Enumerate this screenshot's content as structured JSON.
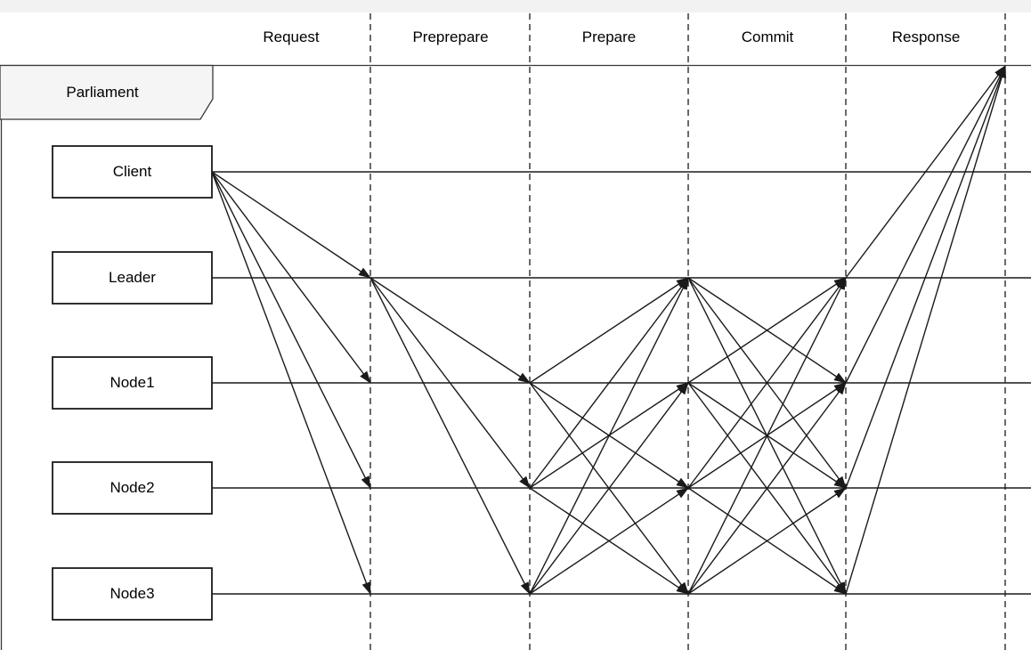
{
  "frame": {
    "label": "Parliament"
  },
  "phases": [
    {
      "label": "Request"
    },
    {
      "label": "Preprepare"
    },
    {
      "label": "Prepare"
    },
    {
      "label": "Commit"
    },
    {
      "label": "Response"
    }
  ],
  "actors": [
    {
      "id": "Client",
      "label": "Client"
    },
    {
      "id": "Leader",
      "label": "Leader"
    },
    {
      "id": "Node1",
      "label": "Node1"
    },
    {
      "id": "Node2",
      "label": "Node2"
    },
    {
      "id": "Node3",
      "label": "Node3"
    }
  ],
  "messages": [
    {
      "phase": "Request",
      "from": "Client",
      "to": "Leader"
    },
    {
      "phase": "Request",
      "from": "Client",
      "to": "Node1"
    },
    {
      "phase": "Request",
      "from": "Client",
      "to": "Node2"
    },
    {
      "phase": "Request",
      "from": "Client",
      "to": "Node3"
    },
    {
      "phase": "Preprepare",
      "from": "Leader",
      "to": "Node1"
    },
    {
      "phase": "Preprepare",
      "from": "Leader",
      "to": "Node2"
    },
    {
      "phase": "Preprepare",
      "from": "Leader",
      "to": "Node3"
    },
    {
      "phase": "Prepare",
      "from": "Node1",
      "to": "Leader"
    },
    {
      "phase": "Prepare",
      "from": "Node1",
      "to": "Node2"
    },
    {
      "phase": "Prepare",
      "from": "Node1",
      "to": "Node3"
    },
    {
      "phase": "Prepare",
      "from": "Node2",
      "to": "Leader"
    },
    {
      "phase": "Prepare",
      "from": "Node2",
      "to": "Node1"
    },
    {
      "phase": "Prepare",
      "from": "Node2",
      "to": "Node3"
    },
    {
      "phase": "Prepare",
      "from": "Node3",
      "to": "Leader"
    },
    {
      "phase": "Prepare",
      "from": "Node3",
      "to": "Node1"
    },
    {
      "phase": "Prepare",
      "from": "Node3",
      "to": "Node2"
    },
    {
      "phase": "Commit",
      "from": "Leader",
      "to": "Node1"
    },
    {
      "phase": "Commit",
      "from": "Leader",
      "to": "Node2"
    },
    {
      "phase": "Commit",
      "from": "Leader",
      "to": "Node3"
    },
    {
      "phase": "Commit",
      "from": "Node1",
      "to": "Leader"
    },
    {
      "phase": "Commit",
      "from": "Node1",
      "to": "Node2"
    },
    {
      "phase": "Commit",
      "from": "Node1",
      "to": "Node3"
    },
    {
      "phase": "Commit",
      "from": "Node2",
      "to": "Leader"
    },
    {
      "phase": "Commit",
      "from": "Node2",
      "to": "Node1"
    },
    {
      "phase": "Commit",
      "from": "Node2",
      "to": "Node3"
    },
    {
      "phase": "Commit",
      "from": "Node3",
      "to": "Leader"
    },
    {
      "phase": "Commit",
      "from": "Node3",
      "to": "Node1"
    },
    {
      "phase": "Commit",
      "from": "Node3",
      "to": "Node2"
    },
    {
      "phase": "Response",
      "from": "Leader",
      "to": "Client"
    },
    {
      "phase": "Response",
      "from": "Node1",
      "to": "Client"
    },
    {
      "phase": "Response",
      "from": "Node2",
      "to": "Client"
    },
    {
      "phase": "Response",
      "from": "Node3",
      "to": "Client"
    }
  ],
  "colors": {
    "top_strip": "#f2f2f2",
    "background": "#ffffff",
    "line": "#1a1a1a",
    "frame_line": "#383838",
    "frame_tab_fill": "#f5f5f5",
    "box_fill": "#ffffff",
    "text": "#000000"
  }
}
